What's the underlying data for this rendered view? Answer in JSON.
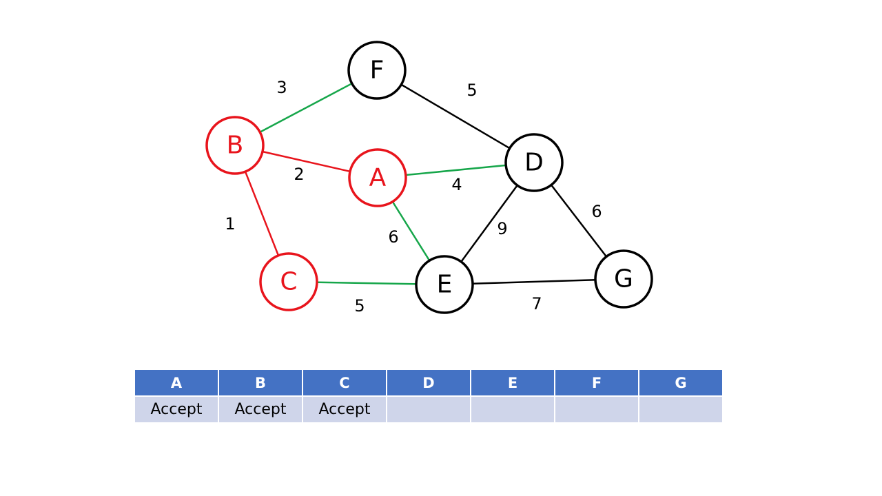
{
  "colors": {
    "accepted": "#e8141c",
    "pending": "#000000",
    "edge_selected": "#16a64a",
    "edge_accepted": "#e8141c",
    "edge_default": "#000000",
    "table_header": "#4472c4",
    "table_cell": "#cfd5ea"
  },
  "graph": {
    "nodes": [
      {
        "id": "A",
        "label": "A",
        "state": "accepted"
      },
      {
        "id": "B",
        "label": "B",
        "state": "accepted"
      },
      {
        "id": "C",
        "label": "C",
        "state": "accepted"
      },
      {
        "id": "D",
        "label": "D",
        "state": "pending"
      },
      {
        "id": "E",
        "label": "E",
        "state": "pending"
      },
      {
        "id": "F",
        "label": "F",
        "state": "pending"
      },
      {
        "id": "G",
        "label": "G",
        "state": "pending"
      }
    ],
    "edges": [
      {
        "from": "B",
        "to": "F",
        "weight": "3",
        "state": "selected"
      },
      {
        "from": "F",
        "to": "D",
        "weight": "5",
        "state": "default"
      },
      {
        "from": "B",
        "to": "A",
        "weight": "2",
        "state": "accepted"
      },
      {
        "from": "A",
        "to": "D",
        "weight": "4",
        "state": "selected"
      },
      {
        "from": "B",
        "to": "C",
        "weight": "1",
        "state": "accepted"
      },
      {
        "from": "A",
        "to": "E",
        "weight": "6",
        "state": "selected"
      },
      {
        "from": "D",
        "to": "E",
        "weight": "9",
        "state": "default"
      },
      {
        "from": "D",
        "to": "G",
        "weight": "6",
        "state": "default"
      },
      {
        "from": "C",
        "to": "E",
        "weight": "5",
        "state": "selected"
      },
      {
        "from": "E",
        "to": "G",
        "weight": "7",
        "state": "default"
      }
    ]
  },
  "table": {
    "headers": [
      "A",
      "B",
      "C",
      "D",
      "E",
      "F",
      "G"
    ],
    "values": [
      "Accept",
      "Accept",
      "Accept",
      "",
      "",
      "",
      ""
    ]
  }
}
